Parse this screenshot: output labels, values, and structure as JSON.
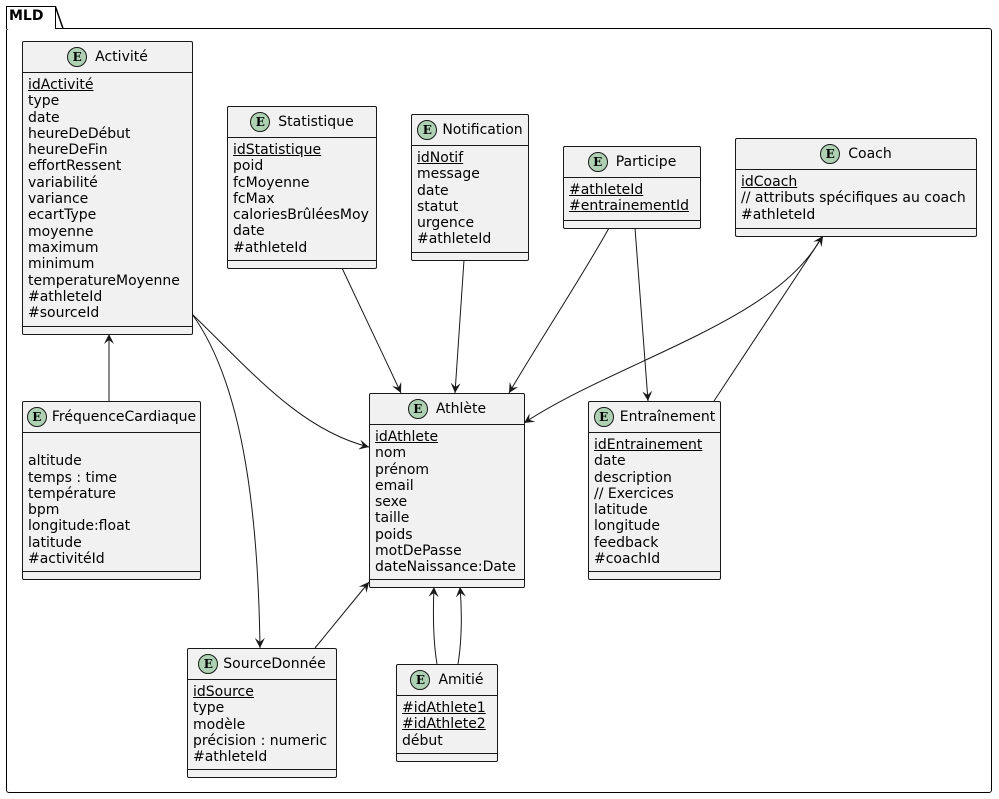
{
  "package": {
    "title": "MLD"
  },
  "entities": {
    "activite": {
      "name": "Activité",
      "attributes": [
        {
          "text": "idActivité",
          "key": true
        },
        {
          "text": "type"
        },
        {
          "text": "date"
        },
        {
          "text": "heureDeDébut"
        },
        {
          "text": "heureDeFin"
        },
        {
          "text": "effortRessent"
        },
        {
          "text": "variabilité"
        },
        {
          "text": "variance"
        },
        {
          "text": "ecartType"
        },
        {
          "text": "moyenne"
        },
        {
          "text": "maximum"
        },
        {
          "text": "minimum"
        },
        {
          "text": "temperatureMoyenne"
        },
        {
          "text": "#athleteId"
        },
        {
          "text": "#sourceId"
        }
      ]
    },
    "statistique": {
      "name": "Statistique",
      "attributes": [
        {
          "text": "idStatistique",
          "key": true
        },
        {
          "text": "poid"
        },
        {
          "text": "fcMoyenne"
        },
        {
          "text": "fcMax"
        },
        {
          "text": "caloriesBrûléesMoy"
        },
        {
          "text": "date"
        },
        {
          "text": "#athleteId"
        }
      ]
    },
    "notification": {
      "name": "Notification",
      "attributes": [
        {
          "text": "idNotif",
          "key": true
        },
        {
          "text": "message"
        },
        {
          "text": "date"
        },
        {
          "text": "statut"
        },
        {
          "text": "urgence"
        },
        {
          "text": "#athleteId"
        }
      ]
    },
    "participe": {
      "name": "Participe",
      "attributes": [
        {
          "text": "#athleteId",
          "key": true
        },
        {
          "text": "#entrainementId",
          "key": true
        }
      ]
    },
    "coach": {
      "name": "Coach",
      "attributes": [
        {
          "text": "idCoach",
          "key": true
        },
        {
          "text": "// attributs spécifiques au coach"
        },
        {
          "text": "#athleteId"
        }
      ]
    },
    "frequence": {
      "name": "FréquenceCardiaque",
      "attributes": [
        {
          "text": " ",
          "key": true
        },
        {
          "text": "altitude"
        },
        {
          "text": "temps : time"
        },
        {
          "text": "température"
        },
        {
          "text": "bpm"
        },
        {
          "text": "longitude:float"
        },
        {
          "text": "latitude"
        },
        {
          "text": "#activitéId"
        }
      ]
    },
    "athlete": {
      "name": "Athlète",
      "attributes": [
        {
          "text": "idAthlete",
          "key": true
        },
        {
          "text": "nom"
        },
        {
          "text": "prénom"
        },
        {
          "text": "email"
        },
        {
          "text": "sexe"
        },
        {
          "text": "taille"
        },
        {
          "text": "poids"
        },
        {
          "text": "motDePasse"
        },
        {
          "text": "dateNaissance:Date"
        }
      ]
    },
    "entrainement": {
      "name": "Entraînement",
      "attributes": [
        {
          "text": "idEntrainement",
          "key": true
        },
        {
          "text": "date"
        },
        {
          "text": "description"
        },
        {
          "text": "// Exercices"
        },
        {
          "text": "latitude"
        },
        {
          "text": "longitude"
        },
        {
          "text": "feedback"
        },
        {
          "text": "#coachId"
        }
      ]
    },
    "source": {
      "name": "SourceDonnée",
      "attributes": [
        {
          "text": "idSource",
          "key": true
        },
        {
          "text": "type"
        },
        {
          "text": "modèle"
        },
        {
          "text": "précision : numeric"
        },
        {
          "text": "#athleteId"
        }
      ]
    },
    "amitie": {
      "name": "Amitié",
      "attributes": [
        {
          "text": "#idAthlete1",
          "key": true
        },
        {
          "text": "#idAthlete2",
          "key": true
        },
        {
          "text": "début"
        }
      ]
    }
  },
  "relations": [
    {
      "from": "activite",
      "to": "athlete"
    },
    {
      "from": "activite",
      "to": "source"
    },
    {
      "from": "frequence",
      "to": "activite"
    },
    {
      "from": "statistique",
      "to": "athlete"
    },
    {
      "from": "notification",
      "to": "athlete"
    },
    {
      "from": "participe",
      "to": "athlete"
    },
    {
      "from": "participe",
      "to": "entrainement"
    },
    {
      "from": "coach",
      "to": "athlete"
    },
    {
      "from": "entrainement",
      "to": "coach"
    },
    {
      "from": "source",
      "to": "athlete"
    },
    {
      "from": "amitie",
      "to": "athlete"
    },
    {
      "from": "amitie",
      "to": "athlete"
    }
  ]
}
